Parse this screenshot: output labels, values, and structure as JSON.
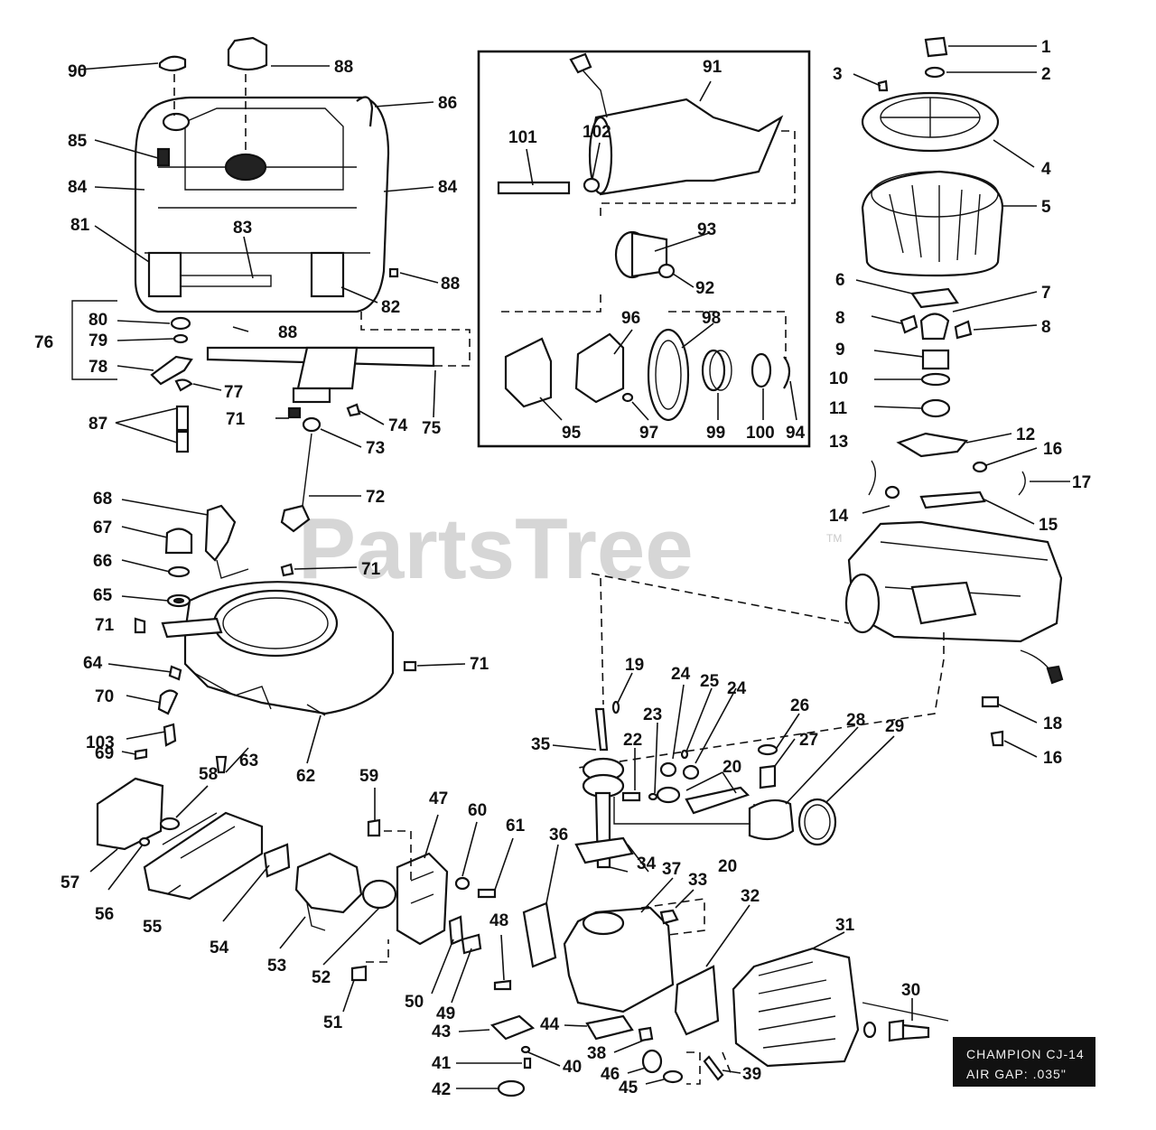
{
  "watermark": {
    "text": "PartsTree",
    "tm": "TM"
  },
  "spark_plug_plate": {
    "line1": "CHAMPION CJ-14",
    "line2": "AIR GAP: .035\""
  },
  "labels": {
    "l1": "1",
    "l2": "2",
    "l3": "3",
    "l4": "4",
    "l5": "5",
    "l6": "6",
    "l7": "7",
    "l8a": "8",
    "l8b": "8",
    "l9": "9",
    "l10": "10",
    "l11": "11",
    "l12": "12",
    "l13": "13",
    "l14": "14",
    "l15": "15",
    "l16a": "16",
    "l16b": "16",
    "l17": "17",
    "l18": "18",
    "l19": "19",
    "l20a": "20",
    "l20b": "20",
    "l22": "22",
    "l23": "23",
    "l24a": "24",
    "l24b": "24",
    "l25": "25",
    "l26": "26",
    "l27": "27",
    "l28": "28",
    "l29": "29",
    "l30": "30",
    "l31": "31",
    "l32": "32",
    "l33": "33",
    "l34": "34",
    "l35": "35",
    "l36": "36",
    "l37": "37",
    "l38": "38",
    "l39": "39",
    "l40": "40",
    "l41": "41",
    "l42": "42",
    "l43": "43",
    "l44": "44",
    "l45": "45",
    "l46": "46",
    "l47": "47",
    "l48": "48",
    "l49": "49",
    "l50": "50",
    "l51": "51",
    "l52": "52",
    "l53": "53",
    "l54": "54",
    "l55": "55",
    "l56": "56",
    "l57": "57",
    "l58": "58",
    "l59": "59",
    "l60": "60",
    "l61": "61",
    "l62": "62",
    "l63": "63",
    "l64": "64",
    "l65": "65",
    "l66": "66",
    "l67": "67",
    "l68": "68",
    "l69": "69",
    "l70": "70",
    "l71a": "71",
    "l71b": "71",
    "l71c": "71",
    "l71d": "71",
    "l72": "72",
    "l73": "73",
    "l74": "74",
    "l75": "75",
    "l76": "76",
    "l77": "77",
    "l78": "78",
    "l79": "79",
    "l80": "80",
    "l81": "81",
    "l82": "82",
    "l83": "83",
    "l84a": "84",
    "l84b": "84",
    "l85": "85",
    "l86": "86",
    "l87": "87",
    "l88a": "88",
    "l88b": "88",
    "l88c": "88",
    "l90": "90",
    "l91": "91",
    "l92": "92",
    "l93": "93",
    "l94": "94",
    "l95": "95",
    "l96": "96",
    "l97": "97",
    "l98": "98",
    "l99": "99",
    "l100": "100",
    "l101": "101",
    "l102": "102",
    "l103": "103"
  }
}
